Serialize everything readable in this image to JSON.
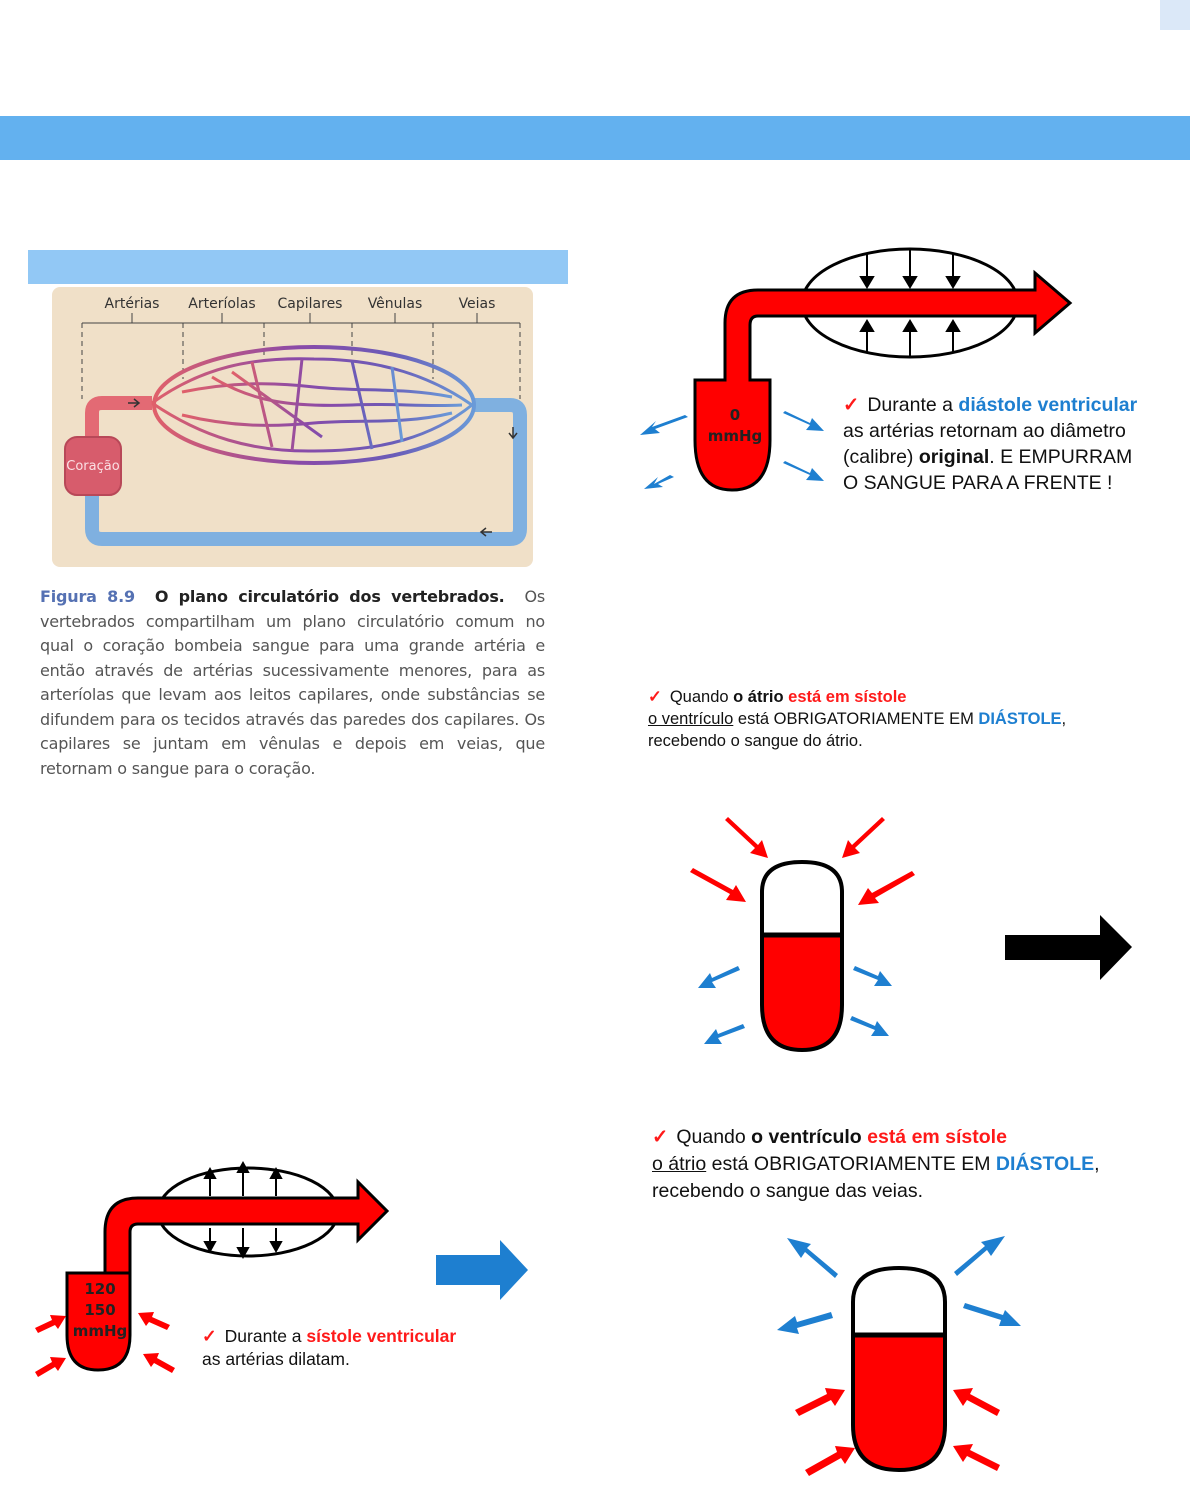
{
  "figure": {
    "labels": [
      "Artérias",
      "Arteríolas",
      "Capilares",
      "Vênulas",
      "Veias"
    ],
    "heart_label": "Coração",
    "caption_number": "Figura 8.9",
    "caption_title": "O plano circulatório dos vertebrados.",
    "caption_body": "Os vertebrados compartilham um plano circulatório comum no qual o coração bombeia sangue para uma grande artéria e então através de artérias sucessivamente menores, para as arteríolas que levam aos leitos capilares, onde substâncias se difundem para os tecidos através das paredes dos capilares. Os capilares se juntam em vênulas e depois em veias, que retornam o sangue para o coração."
  },
  "diastole_diagram": {
    "pressure_value": "0",
    "pressure_unit": "mmHg",
    "check": "✓",
    "note_prefix": "Durante a",
    "note_highlight": "diástole ventricular",
    "note_line2": "as artérias retornam ao diâmetro",
    "note_line3_prefix": "(calibre)",
    "note_line3_bold": "original",
    "note_line3_suffix": ". E EMPURRAM",
    "note_line4": "O SANGUE PARA A FRENTE !"
  },
  "atrio_note": {
    "check": "✓",
    "line1_prefix": "Quando",
    "line1_bold": "o átrio",
    "line1_red": "está em sístole",
    "line2_underlined": "o ventrículo",
    "line2_middle": "está OBRIGATORIAMENTE EM",
    "line2_blue": "DIÁSTOLE",
    "line2_end": ",",
    "line3": "recebendo o sangue do átrio."
  },
  "ventriculo_note": {
    "check": "✓",
    "line1_prefix": "Quando",
    "line1_bold": "o  ventrículo",
    "line1_red": "está em sístole",
    "line2_underlined": "o átrio",
    "line2_middle": "está OBRIGATORIAMENTE EM",
    "line2_blue": "DIÁSTOLE",
    "line2_end": ",",
    "line3": "recebendo o sangue das veias."
  },
  "sistole_diagram": {
    "pressure_line1": "120",
    "pressure_line2": "150",
    "pressure_unit": "mmHg",
    "check": "✓",
    "note_prefix": "Durante a",
    "note_highlight": "sístole ventricular",
    "note_line2": "as artérias dilatam."
  },
  "colors": {
    "blood_red": "#ff0000",
    "arrow_blue": "#1e7fd0",
    "header_blue": "#63b1ef",
    "figure_bar_blue": "#92c8f5",
    "figure_bg": "#f0e0c8"
  }
}
